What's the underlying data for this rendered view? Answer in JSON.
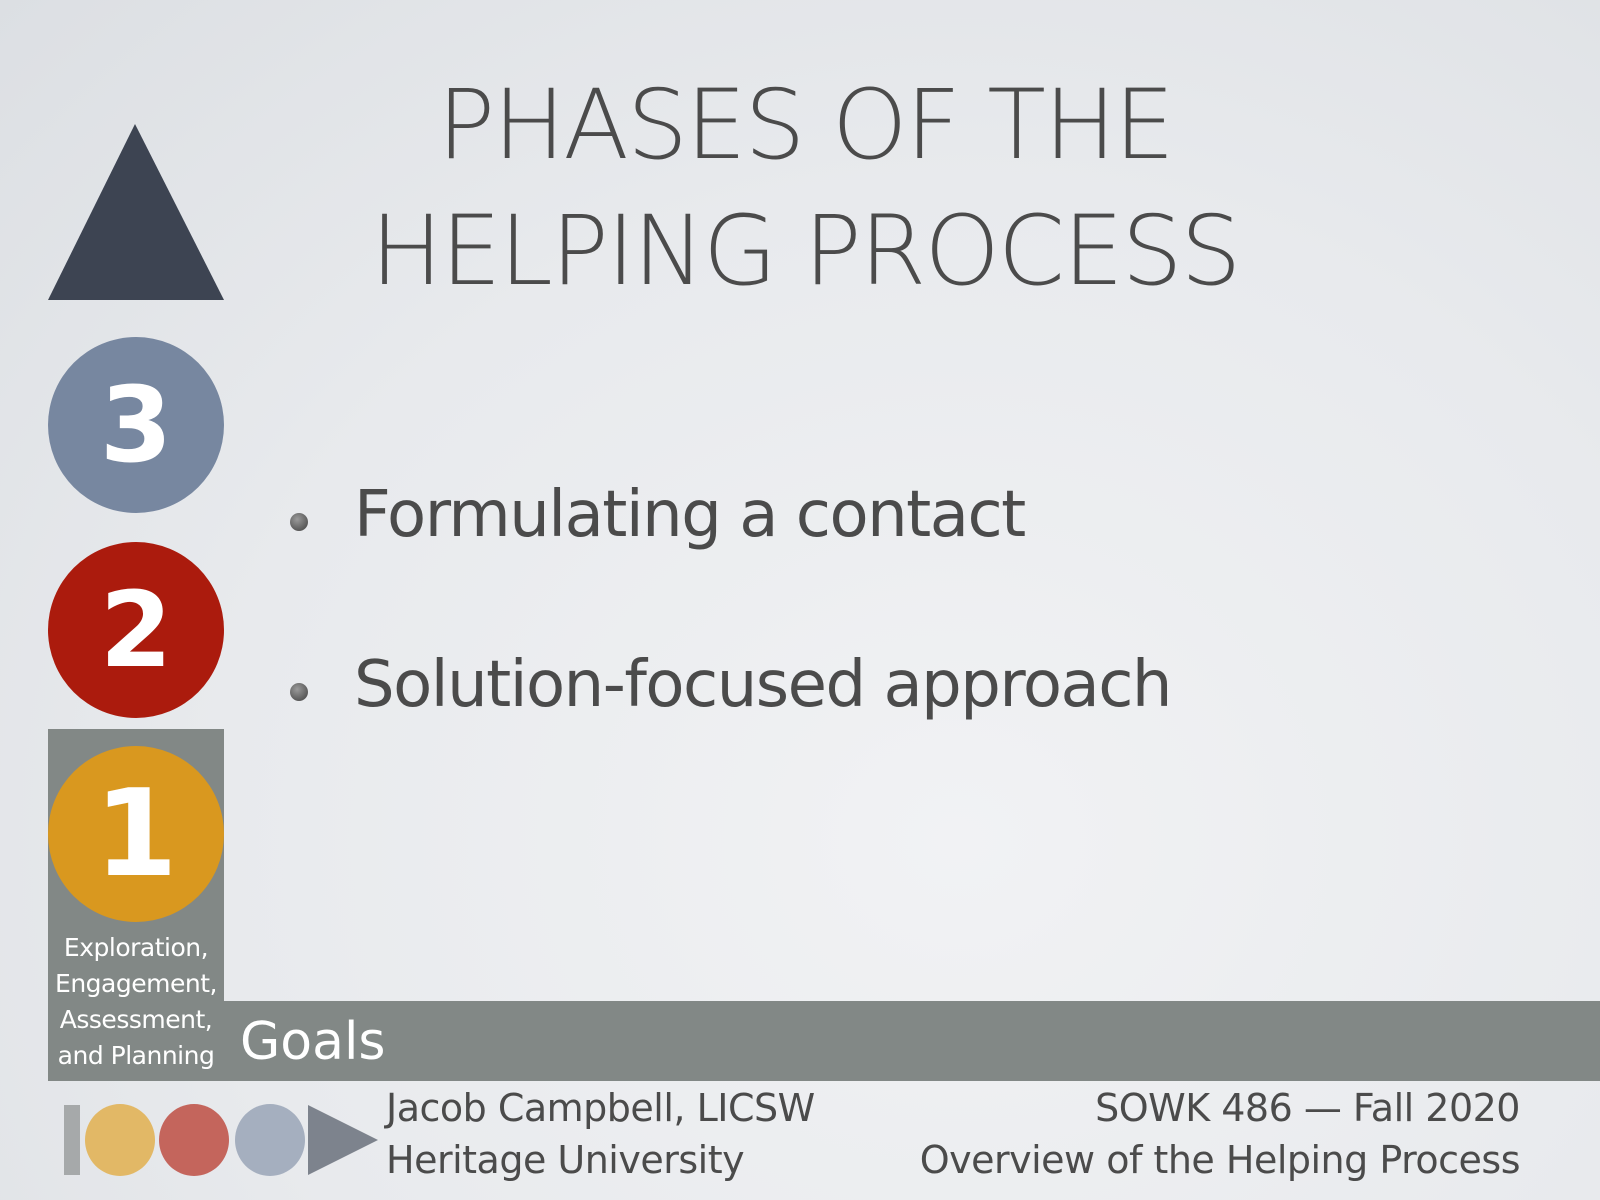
{
  "slide": {
    "title_lines": [
      "PHASES OF THE",
      "HELPING PROCESS"
    ],
    "bullets": [
      "Formulating a contact",
      "Solution-focused approach"
    ]
  },
  "phase_indicator": {
    "top_shape": "triangle-icon",
    "phases": [
      {
        "number": "3",
        "color": "#7787a0"
      },
      {
        "number": "2",
        "color": "#ab1b0d"
      },
      {
        "number": "1",
        "color": "#d9981f",
        "active": true
      }
    ],
    "active_phase_label_lines": [
      "Exploration,",
      "Engagement,",
      "Assessment,",
      "and Planning"
    ],
    "section_label": "Goals",
    "panel_color": "#828886",
    "triangle_color": "#3d4452"
  },
  "footer": {
    "author_lines": [
      "Jacob Campbell, LICSW",
      "Heritage University"
    ],
    "course_lines": [
      "SOWK 486 — Fall 2020",
      "Overview of the Helping Process"
    ],
    "logo": {
      "bar_color": "#a6a9aa",
      "dot_colors": [
        "#e2b866",
        "#c4655c",
        "#a5afbf"
      ],
      "arrow_color": "#7d838d"
    }
  }
}
